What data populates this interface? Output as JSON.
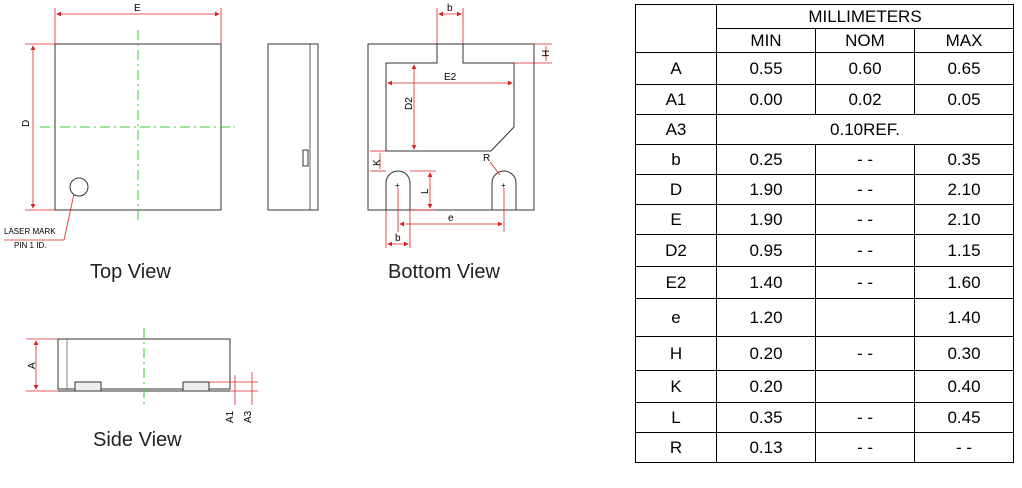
{
  "views": {
    "top_view_label": "Top View",
    "bottom_view_label": "Bottom View",
    "side_view_label": "Side View",
    "laser_mark_label": "LASER MARK",
    "pin1_label": "PIN 1 ID."
  },
  "dimension_labels": {
    "E": "E",
    "D": "D",
    "b": "b",
    "H": "H",
    "E2": "E2",
    "D2": "D2",
    "K": "K",
    "R": "R",
    "L": "L",
    "e": "e",
    "A": "A",
    "A1": "A1",
    "A3": "A3"
  },
  "table": {
    "unit_header": "MILLIMETERS",
    "columns": [
      "MIN",
      "NOM",
      "MAX"
    ],
    "rows": [
      {
        "sym": "A",
        "min": "0.55",
        "nom": "0.60",
        "max": "0.65"
      },
      {
        "sym": "A1",
        "min": "0.00",
        "nom": "0.02",
        "max": "0.05"
      },
      {
        "sym": "A3",
        "span": "0.10REF."
      },
      {
        "sym": "b",
        "min": "0.25",
        "nom": "- -",
        "max": "0.35"
      },
      {
        "sym": "D",
        "min": "1.90",
        "nom": "- -",
        "max": "2.10"
      },
      {
        "sym": "E",
        "min": "1.90",
        "nom": "- -",
        "max": "2.10"
      },
      {
        "sym": "D2",
        "min": "0.95",
        "nom": "- -",
        "max": "1.15"
      },
      {
        "sym": "E2",
        "min": "1.40",
        "nom": "- -",
        "max": "1.60"
      },
      {
        "sym": "e",
        "min": "1.20",
        "nom": "",
        "max": "1.40"
      },
      {
        "sym": "H",
        "min": "0.20",
        "nom": "- -",
        "max": "0.30"
      },
      {
        "sym": "K",
        "min": "0.20",
        "nom": "",
        "max": "0.40"
      },
      {
        "sym": "L",
        "min": "0.35",
        "nom": "- -",
        "max": "0.45"
      },
      {
        "sym": "R",
        "min": "0.13",
        "nom": "- -",
        "max": "- -"
      }
    ]
  }
}
